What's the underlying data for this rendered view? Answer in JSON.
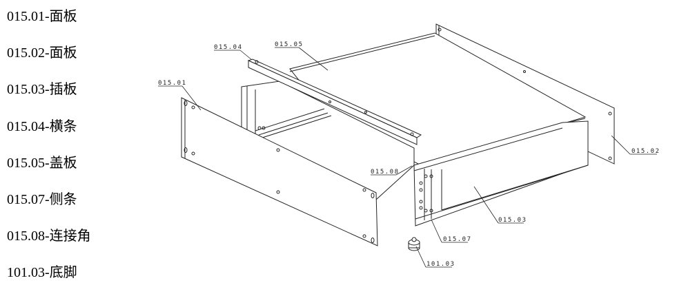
{
  "parts_list": [
    {
      "code": "015.01",
      "name": "面板",
      "label": "015.01-面板"
    },
    {
      "code": "015.02",
      "name": "面板",
      "label": "015.02-面板"
    },
    {
      "code": "015.03",
      "name": "插板",
      "label": "015.03-插板"
    },
    {
      "code": "015.04",
      "name": "横条",
      "label": "015.04-横条"
    },
    {
      "code": "015.05",
      "name": "盖板",
      "label": "015.05-盖板"
    },
    {
      "code": "015.07",
      "name": "侧条",
      "label": "015.07-侧条"
    },
    {
      "code": "015.08",
      "name": "连接角",
      "label": "015.08-连接角"
    },
    {
      "code": "101.03",
      "name": "底脚",
      "label": "101.03-底脚"
    }
  ],
  "callouts": {
    "c01": "015.01",
    "c02": "015.02",
    "c03": "015.03",
    "c04": "015.04",
    "c05": "015.05",
    "c07": "015.07",
    "c08": "015.08",
    "f03": "101.03"
  }
}
